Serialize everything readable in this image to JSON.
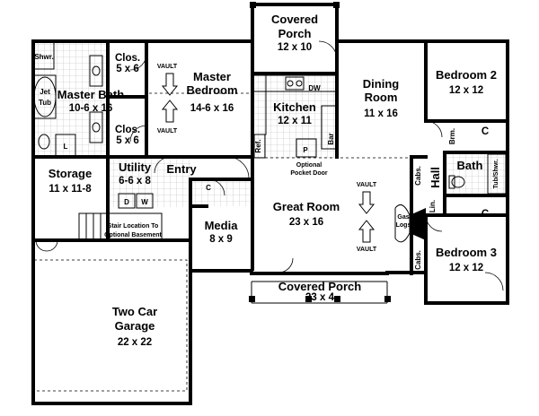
{
  "rooms": {
    "covered_porch_top": {
      "name_line1": "Covered",
      "name_line2": "Porch",
      "size": "12 x 10"
    },
    "master_bath": {
      "name": "Master Bath",
      "size": "10-6 x 16"
    },
    "shower": {
      "label": "Shwr."
    },
    "jet_tub": {
      "line1": "Jet",
      "line2": "Tub"
    },
    "closet_top": {
      "name": "Clos.",
      "size": "5 x 6"
    },
    "closet_bottom": {
      "name": "Clos.",
      "size": "5 x 6"
    },
    "master_bedroom": {
      "name_line1": "Master",
      "name_line2": "Bedroom",
      "size": "14-6 x 16"
    },
    "kitchen": {
      "name": "Kitchen",
      "size": "12 x 11"
    },
    "dining_room": {
      "name_line1": "Dining",
      "name_line2": "Room",
      "size": "11 x 16"
    },
    "bedroom2": {
      "name": "Bedroom 2",
      "size": "12 x 12"
    },
    "storage": {
      "name": "Storage",
      "size": "11 x 11-8"
    },
    "utility": {
      "name": "Utility",
      "size": "6-6 x 8"
    },
    "entry": {
      "name": "Entry"
    },
    "media": {
      "name": "Media",
      "size": "8 x 9"
    },
    "great_room": {
      "name": "Great Room",
      "size": "23 x 16"
    },
    "bath": {
      "name": "Bath"
    },
    "hall": {
      "name": "Hall"
    },
    "bedroom3": {
      "name": "Bedroom 3",
      "size": "12 x 12"
    },
    "covered_porch_bottom": {
      "name": "Covered Porch",
      "size": "23 x 4"
    },
    "garage": {
      "name_line1": "Two Car",
      "name_line2": "Garage",
      "size": "22 x 22"
    }
  },
  "labels": {
    "vault": "VAULT",
    "dw": "DW",
    "ref": "Ref.",
    "bar": "Bar",
    "pantry": "P",
    "closet_c": "C",
    "brm": "Brm.",
    "lin": "Lin.",
    "tub_shwr": "Tub/Shwr.",
    "cabs": "Cabs.",
    "gas_logs_line1": "Gas",
    "gas_logs_line2": "Logs",
    "dryer": "D",
    "washer": "W",
    "toilet": "L",
    "pocket_door_line1": "Optional",
    "pocket_door_line2": "Pocket Door",
    "stair_line1": "Stair Location To",
    "stair_line2": "Optional Basement"
  }
}
